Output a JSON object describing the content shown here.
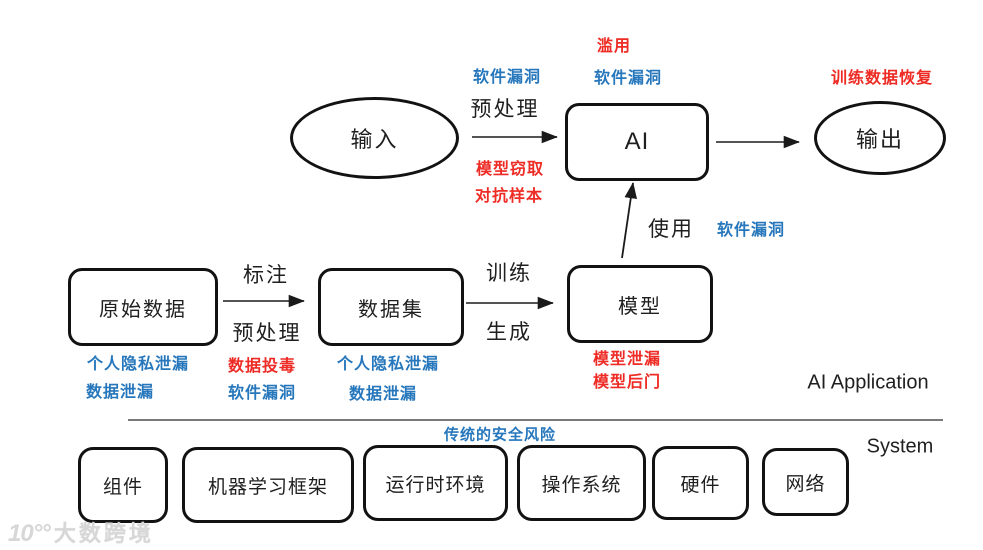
{
  "diagram_title": "AI application security risk flow diagram",
  "colors": {
    "risk_blue": "#2777bc",
    "risk_red": "#ee2b24",
    "ink_black": "#1f1f1f",
    "divider_gray": "#7a7a7a",
    "watermark_gray": "#d7d7d7"
  },
  "nodes": {
    "input": "输入",
    "ai": "AI",
    "output": "输出",
    "raw_data": "原始数据",
    "dataset": "数据集",
    "model": "模型"
  },
  "edge_labels": {
    "preprocess_top": "预处理",
    "annotate": "标注",
    "preprocess_mid": "预处理",
    "train": "训练",
    "generate": "生成",
    "use": "使用"
  },
  "risk_labels": {
    "abuse": "滥用",
    "software_vuln_above_ai": "软件漏洞",
    "software_vuln_input_edge": "软件漏洞",
    "model_theft": "模型窃取",
    "adversarial_sample": "对抗样本",
    "training_data_recovery": "训练数据恢复",
    "privacy_leak_raw": "个人隐私泄漏",
    "data_leak_raw": "数据泄漏",
    "data_poisoning": "数据投毒",
    "software_vuln_annotate_edge": "软件漏洞",
    "privacy_leak_dataset": "个人隐私泄漏",
    "data_leak_dataset": "数据泄漏",
    "model_leak": "模型泄漏",
    "model_backdoor": "模型后门",
    "software_vuln_use_edge": "软件漏洞",
    "traditional_security_risk": "传统的安全风险"
  },
  "section_labels": {
    "ai_application": "AI Application",
    "system": "System"
  },
  "system_boxes": [
    "组件",
    "机器学习框架",
    "运行时环境",
    "操作系统",
    "硬件",
    "网络"
  ],
  "watermark": {
    "logo": "10°°",
    "text": "大数跨境"
  }
}
